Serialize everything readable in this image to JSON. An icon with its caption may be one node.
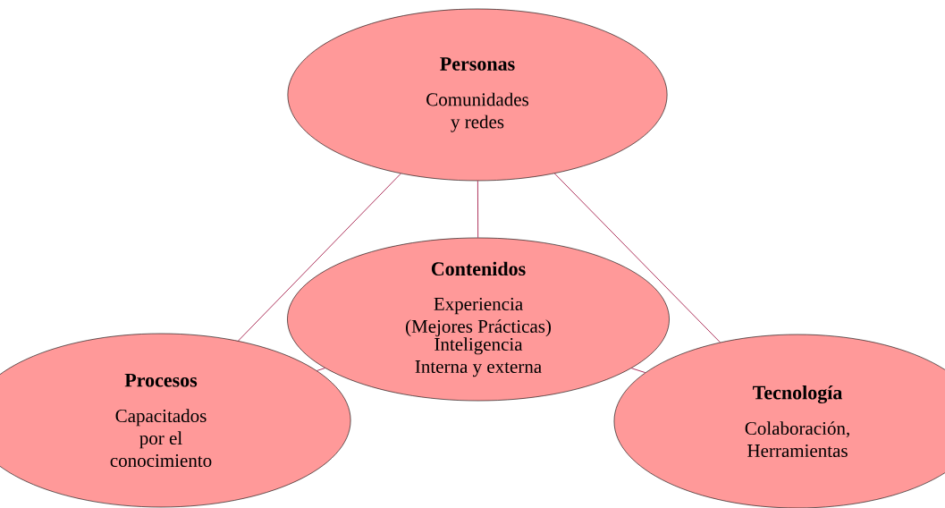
{
  "diagram": {
    "nodes": [
      {
        "text": [
          "Personas",
          "Comunidades y redes"
        ]
      },
      {
        "text": [
          "Contenidos",
          "Experiencia (Mejores Prácticas)",
          "Inteligencia Interna y externa"
        ]
      },
      {
        "text": [
          "Procesos",
          "Capacitados por el conocimiento"
        ]
      },
      {
        "text": [
          "Tecnología",
          "Colaboración, Herramientas"
        ]
      }
    ],
    "edges": [
      {
        "from": 0,
        "to": 1,
        "arrow": "none"
      },
      {
        "from": 0,
        "to": 2,
        "arrow": "none"
      },
      {
        "from": 0,
        "to": 3,
        "arrow": "none"
      },
      {
        "from": 1,
        "to": 2,
        "arrow": "none"
      },
      {
        "from": 1,
        "to": 3,
        "arrow": "none"
      }
    ]
  }
}
